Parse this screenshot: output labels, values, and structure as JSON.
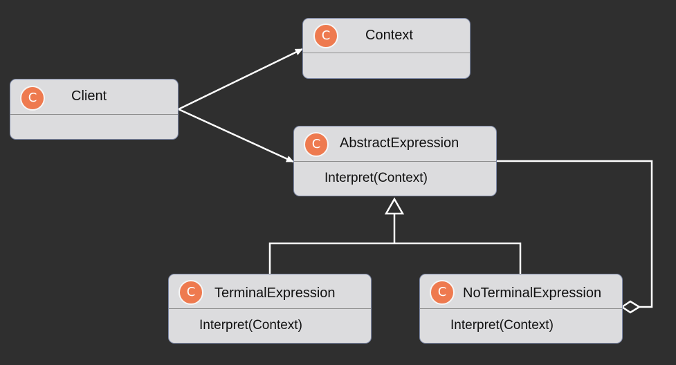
{
  "diagram": {
    "icon_letter": "C",
    "colors": {
      "background": "#2f2f2f",
      "box_fill": "#dcdcde",
      "box_border": "#7f8aa8",
      "icon_fill": "#ee7a4f",
      "connector": "#ffffff"
    },
    "classes": {
      "context": {
        "name": "Context",
        "methods": []
      },
      "client": {
        "name": "Client",
        "methods": []
      },
      "abstract_expression": {
        "name": "AbstractExpression",
        "methods": [
          "Interpret(Context)"
        ]
      },
      "terminal_expression": {
        "name": "TerminalExpression",
        "methods": [
          "Interpret(Context)"
        ]
      },
      "no_terminal_expression": {
        "name": "NoTerminalExpression",
        "methods": [
          "Interpret(Context)"
        ]
      }
    },
    "relationships": [
      {
        "from": "Client",
        "to": "Context",
        "type": "association"
      },
      {
        "from": "Client",
        "to": "AbstractExpression",
        "type": "association"
      },
      {
        "from": "TerminalExpression",
        "to": "AbstractExpression",
        "type": "generalization"
      },
      {
        "from": "NoTerminalExpression",
        "to": "AbstractExpression",
        "type": "generalization"
      },
      {
        "from": "NoTerminalExpression",
        "to": "AbstractExpression",
        "type": "aggregation"
      }
    ]
  }
}
